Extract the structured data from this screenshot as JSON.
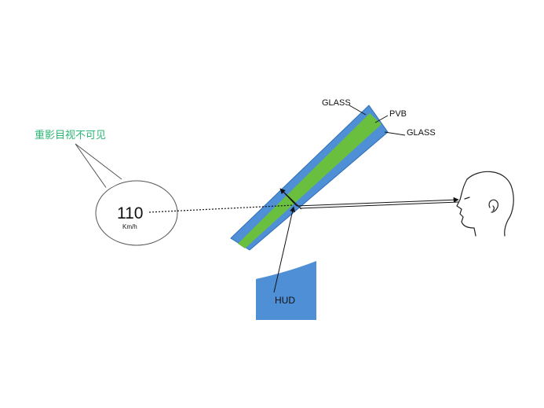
{
  "labels": {
    "glass_top": "GLASS",
    "pvb": "PVB",
    "glass_right": "GLASS",
    "hud": "HUD",
    "ghost_caption": "重影目视不可见",
    "speed_value": "110",
    "speed_unit": "Km/h"
  },
  "colors": {
    "glass": "#4f8fd6",
    "glass_edge": "#2f6fb8",
    "pvb": "#6bbf3f",
    "hud_box": "#4f8fd6",
    "caption": "#2bb673",
    "ray": "#111111"
  },
  "icons": {
    "head": "human-head-profile-icon",
    "bubble": "thought-bubble"
  }
}
